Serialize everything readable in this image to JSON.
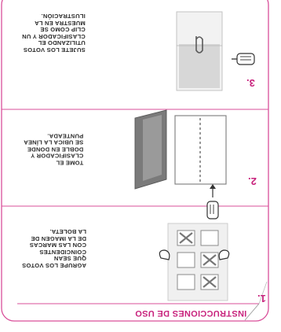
{
  "title": "INSTRUCCIONES DE USO",
  "accent_color": "#c8237d",
  "steps": [
    {
      "number": "1.",
      "text": "AGRUPE LOS VOTOS\nQUE SEAN\nCOINCIDENTES\nCON LAS MARCAS\nDE LA IMAGEN DE\nLA BOLETA.",
      "icon": "ballot-grid-with-marks"
    },
    {
      "number": "2.",
      "text": "TOME EL\nCLASIFICADOR Y\nDOBLE EN DONDE\nSE UBICA LA LÍNEA\nPUNTEADA.",
      "icon": "fold-along-dotted-line"
    },
    {
      "number": "3.",
      "text": "SUJETE LOS VOTOS\nUTILIZANDO EL\nCLASIFICADOR Y UN\nCLIP COMO SE\nMUESTRA EN LA\nILUSTRACIÓN.",
      "icon": "clip-votes-in-folder"
    }
  ]
}
